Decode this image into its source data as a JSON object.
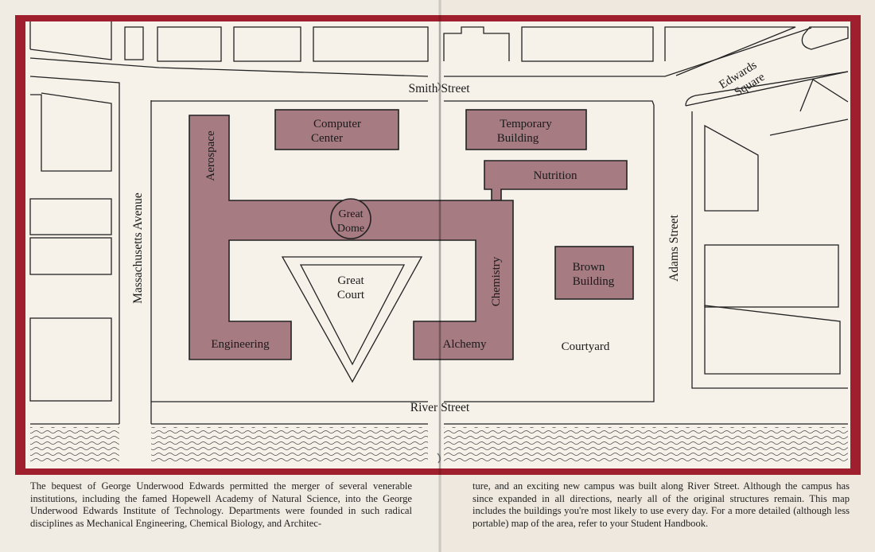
{
  "map": {
    "border_color": "#a01f2e",
    "building_fill": "#a67b82",
    "streets": {
      "smith": "Smith Street",
      "river": "River Street",
      "massachusetts": "Massachusetts Avenue",
      "adams": "Adams Street",
      "edwards_square_line1": "Edwards",
      "edwards_square_line2": "Square"
    },
    "buildings": {
      "computer_center_line1": "Computer",
      "computer_center_line2": "Center",
      "temporary_building_line1": "Temporary",
      "temporary_building_line2": "Building",
      "nutrition": "Nutrition",
      "aerospace": "Aerospace",
      "great_dome_line1": "Great",
      "great_dome_line2": "Dome",
      "chemistry": "Chemistry",
      "brown_building_line1": "Brown",
      "brown_building_line2": "Building",
      "engineering": "Engineering",
      "alchemy": "Alchemy"
    },
    "areas": {
      "great_court_line1": "Great",
      "great_court_line2": "Court",
      "courtyard": "Courtyard"
    }
  },
  "caption": {
    "left": "The bequest of George Underwood Edwards permitted the merger of several venerable institutions, including the famed Hopewell Academy of Natural Science, into the George Underwood Edwards Institute of Technology. Departments were founded in such radical disciplines as Mechanical Engineering, Chemical Biology, and Architec-",
    "right": "ture, and an exciting new campus was built along River Street. Although the campus has since expanded in all directions, nearly all of the original structures remain. This map includes the buildings you're most likely to use every day. For a more detailed (although less portable) map of the area, refer to your Student Handbook."
  }
}
